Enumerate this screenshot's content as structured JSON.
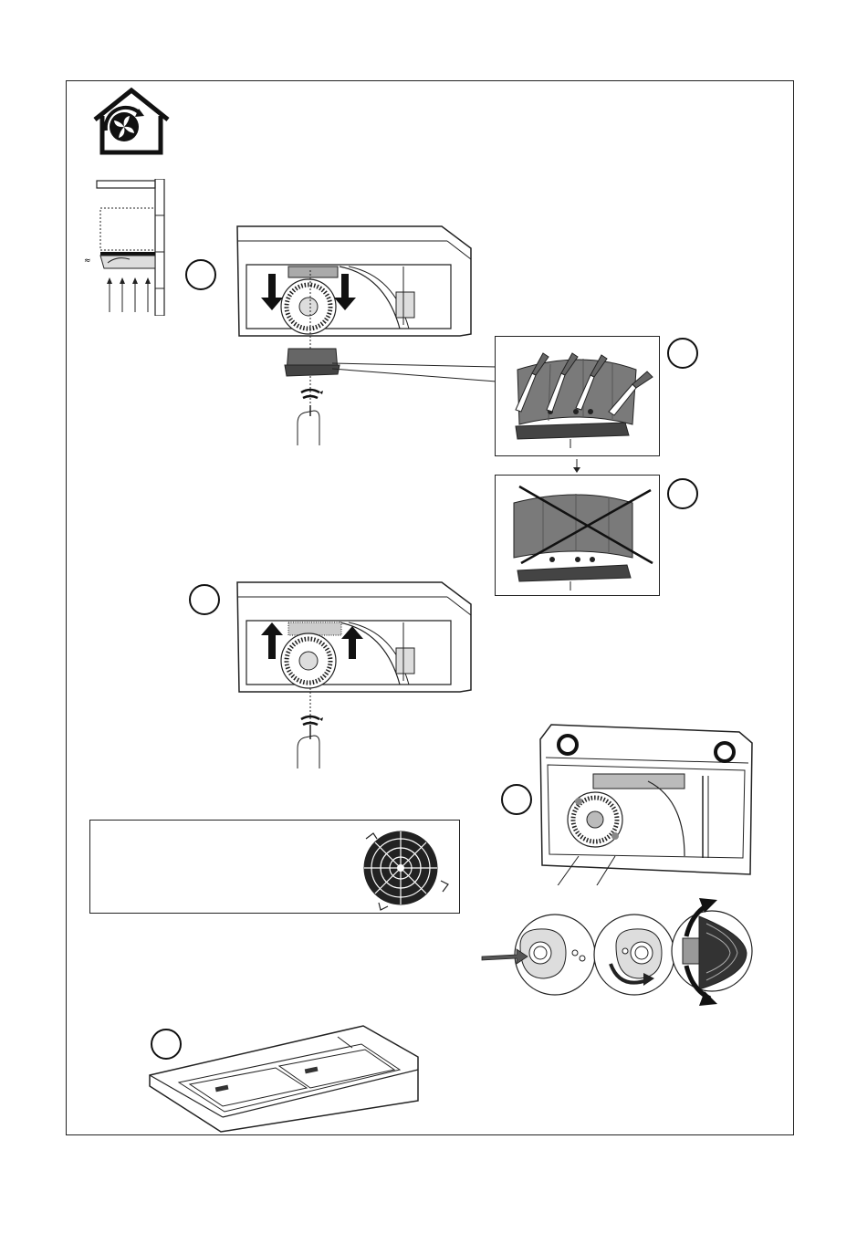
{
  "icons": {
    "recirculation": "house-recirculation-fan-icon",
    "installation": "recirculation-installation-diagram",
    "hand": "hand-icon"
  },
  "colors": {
    "line": "#222222",
    "filter_grey": "#7a7a7a",
    "filter_dark": "#3c3c3c",
    "filter_light": "#b5b5b5",
    "background": "#ffffff"
  },
  "steps": [
    {
      "id": 1,
      "label": ""
    },
    {
      "id": 2,
      "label": ""
    },
    {
      "id": 3,
      "label": ""
    },
    {
      "id": 4,
      "label": ""
    },
    {
      "id": 5,
      "label": ""
    },
    {
      "id": 6,
      "label": ""
    }
  ],
  "note_box": {
    "text": ""
  }
}
